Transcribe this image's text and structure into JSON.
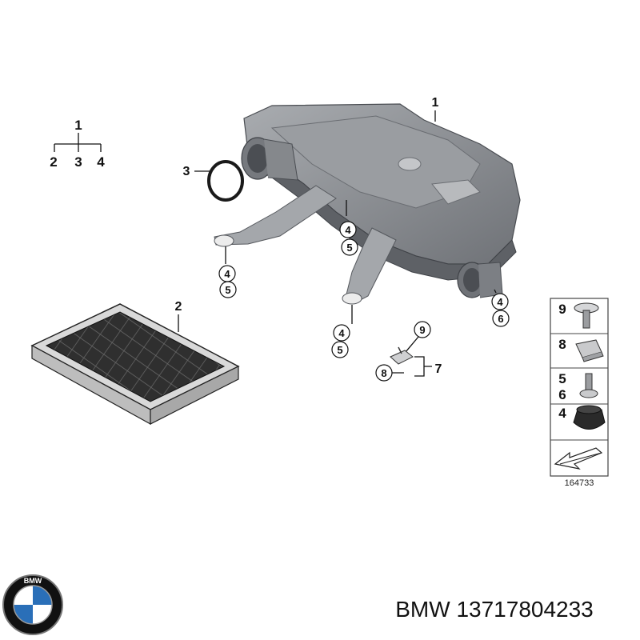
{
  "tree": {
    "root": "1",
    "children": [
      "2",
      "3",
      "4"
    ]
  },
  "callouts": {
    "housing": "1",
    "filter": "2",
    "seal_ring": "3",
    "left_mount_a": "4",
    "left_mount_b": "5",
    "center_top_a": "4",
    "center_top_b": "5",
    "center_bottom_a": "4",
    "center_bottom_b": "5",
    "right_mount_a": "4",
    "right_mount_b": "6",
    "bracket_9": "9",
    "bracket_8": "8",
    "bracket_7": "7"
  },
  "parts_panel": {
    "rows": [
      {
        "nums": [
          "9"
        ],
        "icon": "screw-icon"
      },
      {
        "nums": [
          "8"
        ],
        "icon": "clip-nut-icon"
      },
      {
        "nums": [
          "5",
          "6"
        ],
        "icon": "bolt-icon"
      },
      {
        "nums": [
          "4"
        ],
        "icon": "rubber-grommet-icon"
      }
    ],
    "ref_number": "164733"
  },
  "brand": {
    "name": "BMW",
    "part_number": "13717804233",
    "logo_letters": "BMW"
  },
  "colors": {
    "housing": "#8a8d92",
    "housing_dark": "#5e6166",
    "housing_light": "#b3b6ba",
    "filter_dark": "#3a3a3a",
    "filter_frame": "#d4d4d4",
    "bmw_blue": "#2a6fb8"
  }
}
